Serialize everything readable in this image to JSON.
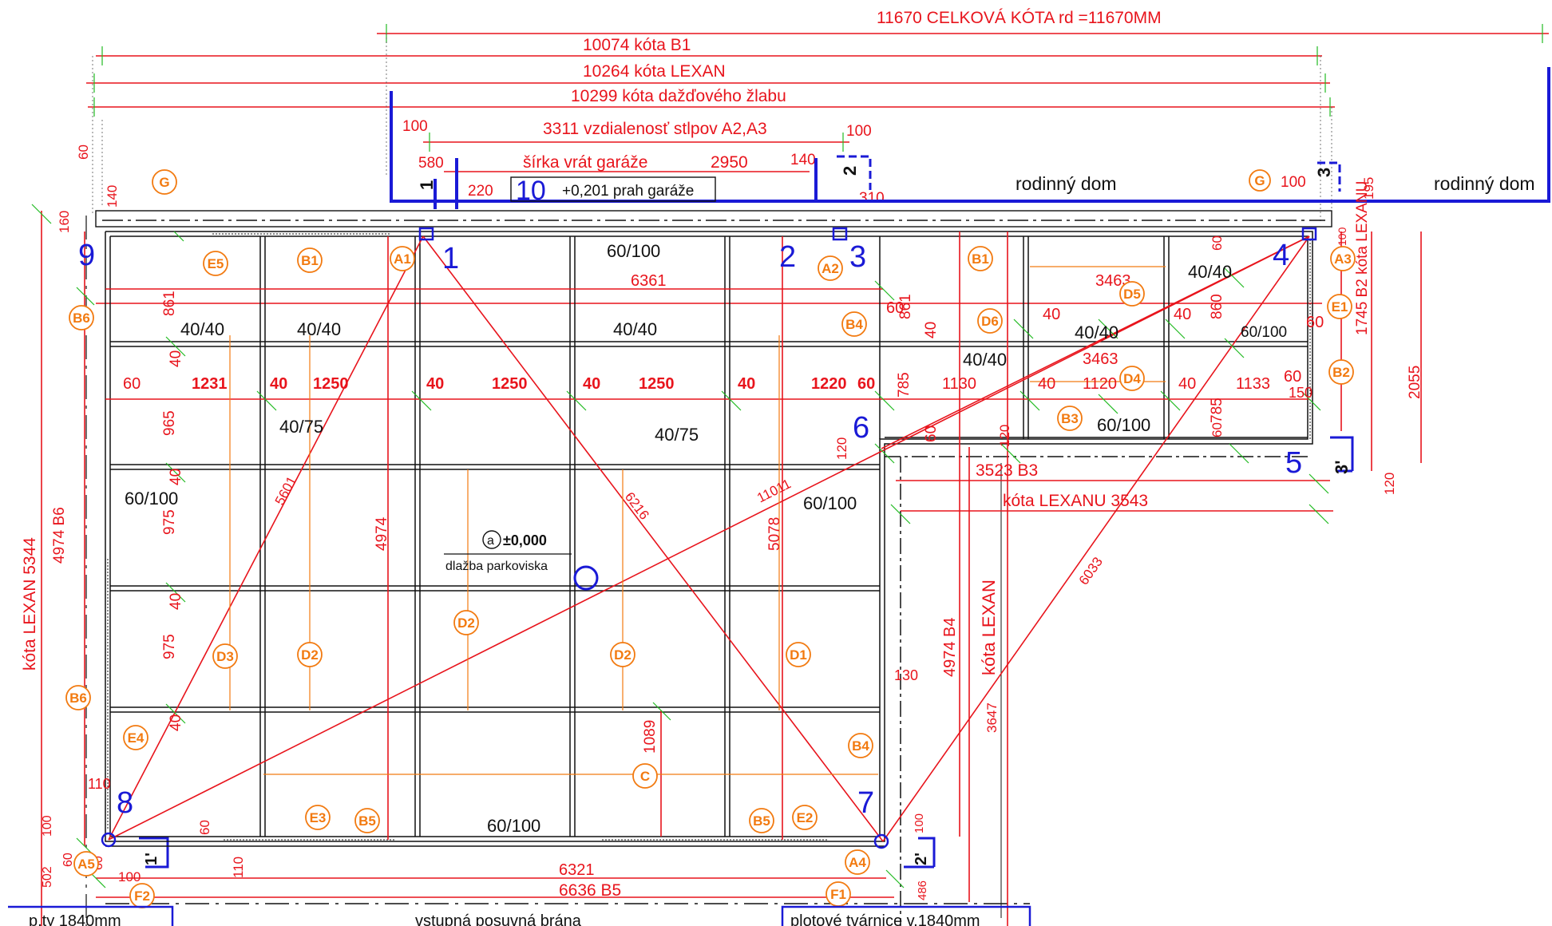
{
  "colors": {
    "dimension": "#e8141c",
    "structure": "#111111",
    "outline": "#1a1ad6",
    "label": "#f27a10",
    "tick": "#22bb22"
  },
  "overall_dims": {
    "total": "11670  CELKOVÁ KÓTA rd =11670MM",
    "b1": "10074 kóta B1",
    "lexan": "10264 kóta LEXAN",
    "gutter": "10299 kóta dažďového žlabu",
    "columns": "3311 vzdialenosť stlpov A2,A3",
    "gate_width": "šírka vrát garáže",
    "gate_value": "2950"
  },
  "small_dims": {
    "d100a": "100",
    "d100b": "100",
    "d580": "580",
    "d220": "220",
    "d140a": "140",
    "d140b": "140",
    "d310": "310",
    "d195": "195",
    "d60top": "60",
    "d160": "160",
    "d100g": "100"
  },
  "labels": {
    "threshold_num": "10",
    "threshold": "+0,201 prah garáže",
    "house1": "rodinný dom",
    "house2": "rodinný dom",
    "level_mark": "a",
    "level_value": "±0,000",
    "paving": "dlažba parkoviska",
    "bottom_left": "p.ty 1840mm",
    "bottom_mid": "vstupná  posuvná brána",
    "bottom_right": "plotové tvárnice v.1840mm"
  },
  "points": [
    "1",
    "2",
    "3",
    "4",
    "5",
    "6",
    "7",
    "8",
    "9"
  ],
  "sections": [
    "1",
    "1'",
    "2",
    "2'",
    "3",
    "3'"
  ],
  "profiles": {
    "p60_100": "60/100",
    "p40_40": "40/40",
    "p40_75": "40/75"
  },
  "dims_left": {
    "row1": "861",
    "row2": "965",
    "row3": "975",
    "row4": "975",
    "s40": "40",
    "lexan_left": "kóta LEXAN 5344",
    "b6_left": "4974 B6",
    "d110": "110",
    "d100": "100",
    "d502": "502",
    "d60": "60",
    "d60b": "60",
    "d60c": "60"
  },
  "dims_inner": {
    "w6361": "6361",
    "c1231": "1231",
    "c1250a": "1250",
    "c1250b": "1250",
    "c1250c": "1250",
    "c1220": "1220",
    "g40": "40",
    "g60": "60",
    "h4974": "4974",
    "h5078": "5078",
    "h1089": "1089",
    "diag5601": "5601",
    "diag6216": "6216",
    "diag11011": "11011",
    "diag6033": "6033",
    "diag3647": "3647",
    "d120": "120"
  },
  "dims_right": {
    "r861": "861",
    "r860": "860",
    "r785a": "785",
    "r785b": "785",
    "c1130": "1130",
    "c1120": "1120",
    "c1133": "1133",
    "d3463a": "3463",
    "d3463b": "3463",
    "b3": "3523 B3",
    "lexan_b3": "kóta LEXANU  3543",
    "b2": "1745 B2  kóta LEXANU",
    "r2055": "2055",
    "r120": "120",
    "r120b": "120",
    "d150": "150",
    "d130": "130",
    "d60r": "60",
    "r40": "40",
    "b4": "4974 B4",
    "lexan_b4": "kóta LEXAN",
    "r100": "100",
    "r60b": "60"
  },
  "dims_bottom": {
    "w6321": "6321",
    "b5": "6636 B5",
    "d60": "60",
    "d110": "110",
    "d100": "100",
    "d100b": "100",
    "d486": "486"
  },
  "bubbles": {
    "A1": "A1",
    "A2": "A2",
    "A3": "A3",
    "A4": "A4",
    "A5": "A5",
    "B1": "B1",
    "B2": "B2",
    "B3": "B3",
    "B4": "B4",
    "B5": "B5",
    "B6": "B6",
    "C": "C",
    "D1": "D1",
    "D2": "D2",
    "D3": "D3",
    "D4": "D4",
    "D5": "D5",
    "D6": "D6",
    "E1": "E1",
    "E2": "E2",
    "E3": "E3",
    "E4": "E4",
    "E5": "E5",
    "F1": "F1",
    "F2": "F2",
    "G": "G"
  }
}
